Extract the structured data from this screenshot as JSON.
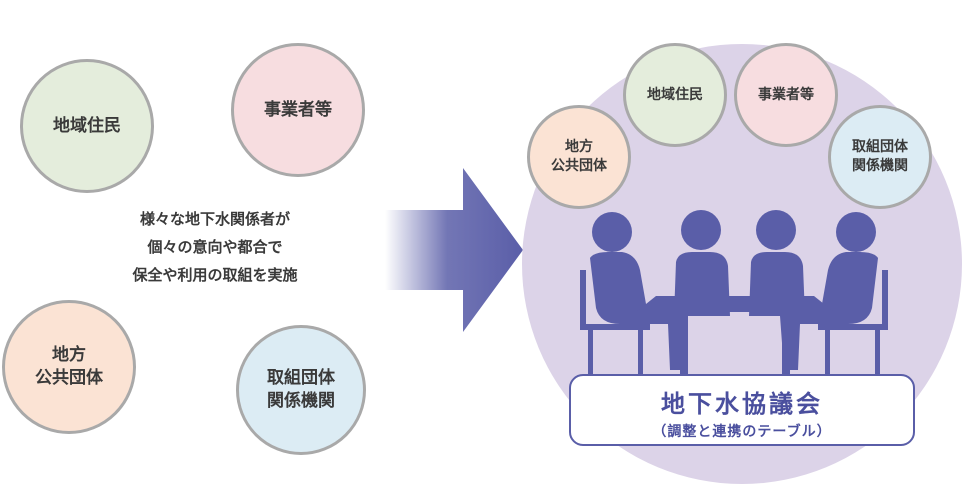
{
  "left": {
    "residents": "地域住民",
    "businesses": "事業者等",
    "local_gov": "地方\n公共団体",
    "orgs": "取組団体\n関係機関",
    "description": "様々な地下水関係者が\n個々の意向や都合で\n保全や利用の取組を実施"
  },
  "right": {
    "local_gov": "地方\n公共団体",
    "residents": "地域住民",
    "businesses": "事業者等",
    "orgs": "取組団体\n関係機関",
    "council_title": "地下水協議会",
    "council_subtitle": "（調整と連携のテーブル）"
  },
  "colors": {
    "residents": "#e4eddc",
    "businesses": "#f7dde0",
    "local_gov": "#fbe3d4",
    "orgs": "#dcecf4",
    "council_bg": "#dcd3e8",
    "accent": "#4a4f9e",
    "figure": "#5a5ea8"
  },
  "icons": [
    "arrow-right-icon",
    "person-icon",
    "table-icon",
    "chair-icon"
  ]
}
